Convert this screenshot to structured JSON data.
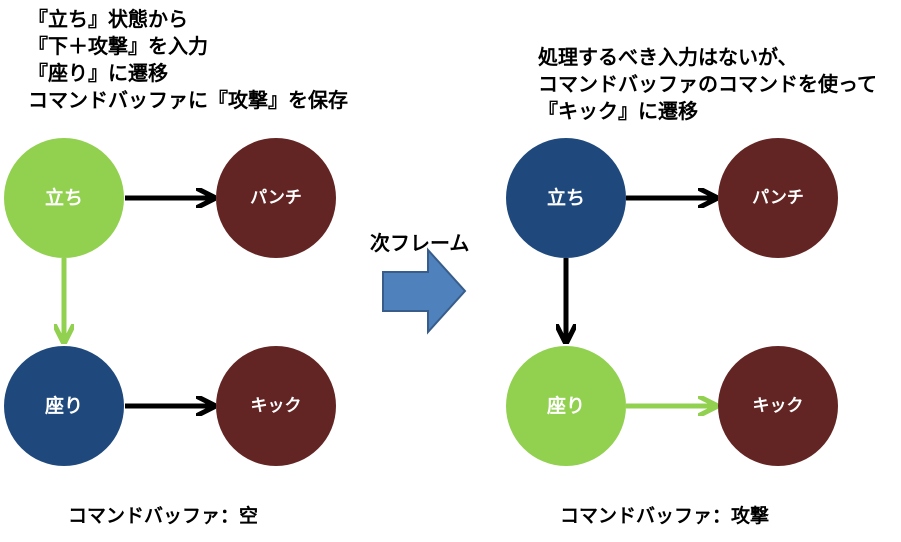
{
  "left": {
    "notes": [
      "『立ち』状態から",
      "『下＋攻撃』を入力",
      "『座り』に遷移",
      "コマンドバッファに『攻撃』を保存"
    ],
    "buffer": "コマンドバッファ：空"
  },
  "right": {
    "notes": [
      "処理するべき入力はないが、",
      "コマンドバッファのコマンドを使って",
      "『キック』に遷移"
    ],
    "buffer": "コマンドバッファ：攻撃"
  },
  "next_frame": "次フレーム",
  "node_labels": {
    "stand": "立ち",
    "punch": "パンチ",
    "crouch": "座り",
    "kick": "キック"
  },
  "colors": {
    "active": "#92d050",
    "inactive": "#1f497d",
    "action": "#632523",
    "arrow_black": "#000000",
    "arrow_green": "#92d050",
    "big_arrow": "#4f81bd"
  }
}
